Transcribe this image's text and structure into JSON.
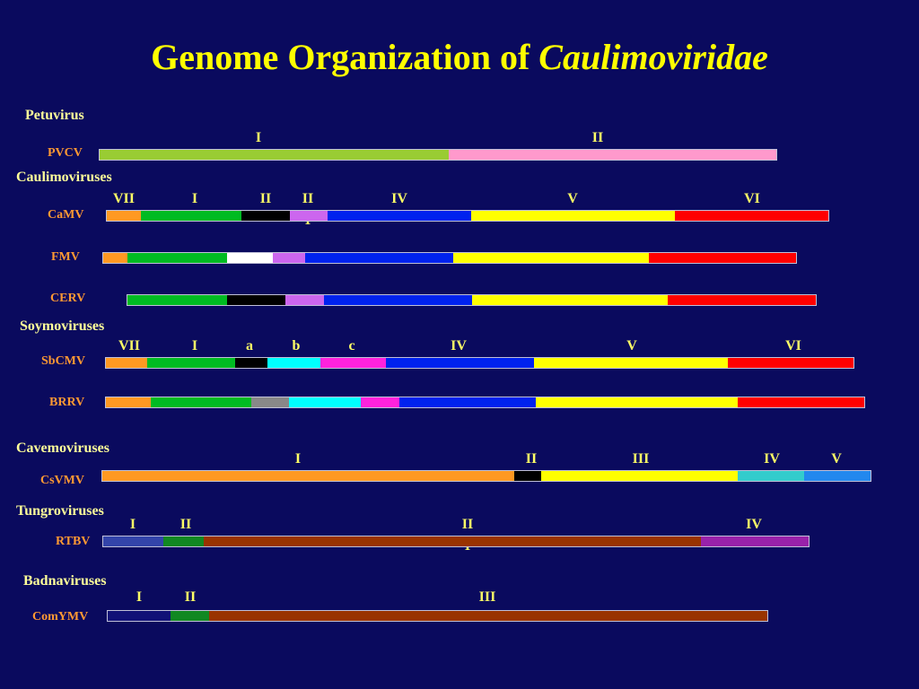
{
  "slide": {
    "title_main": "Genome Organization of ",
    "title_italic": "Caulimoviridae"
  },
  "groups": [
    {
      "name": "Petuvirus",
      "viruses": [
        {
          "name": "PVCV",
          "orf_labels": [
            {
              "text": "I"
            },
            {
              "text": "II"
            }
          ],
          "segments": [
            {
              "color": "#99cc33",
              "length": 389
            },
            {
              "color": "#ff99cc",
              "length": 365
            }
          ]
        }
      ]
    },
    {
      "name": "Caulimoviruses",
      "viruses": [
        {
          "name": "CaMV",
          "orf_labels": [
            {
              "text": "VII"
            },
            {
              "text": "I"
            },
            {
              "text": "II"
            },
            {
              "text": "II"
            },
            {
              "text": "I"
            },
            {
              "text": "IV"
            },
            {
              "text": "V"
            },
            {
              "text": "VI"
            }
          ],
          "segments": [
            {
              "color": "#ff9922",
              "length": 38
            },
            {
              "color": "#00bb22",
              "length": 112
            },
            {
              "color": "#000000",
              "length": 54
            },
            {
              "color": "#cc66ee",
              "length": 42
            },
            {
              "color": "#0022ee",
              "length": 160
            },
            {
              "color": "#ffff00",
              "length": 227
            },
            {
              "color": "#ff0000",
              "length": 171
            }
          ]
        },
        {
          "name": "FMV",
          "orf_labels": [],
          "segments": [
            {
              "color": "#ff9922",
              "length": 27
            },
            {
              "color": "#00bb22",
              "length": 111
            },
            {
              "color": "#ffffff",
              "length": 51
            },
            {
              "color": "#cc66ee",
              "length": 36
            },
            {
              "color": "#0022ee",
              "length": 165
            },
            {
              "color": "#ffff00",
              "length": 218
            },
            {
              "color": "#ff0000",
              "length": 164
            }
          ]
        },
        {
          "name": "CERV",
          "orf_labels": [],
          "segments": [
            {
              "color": "#00bb22",
              "length": 111
            },
            {
              "color": "#000000",
              "length": 65
            },
            {
              "color": "#cc66ee",
              "length": 43
            },
            {
              "color": "#0022ee",
              "length": 165
            },
            {
              "color": "#ffff00",
              "length": 218
            },
            {
              "color": "#ff0000",
              "length": 165
            }
          ]
        }
      ]
    },
    {
      "name": "Soymoviruses",
      "viruses": [
        {
          "name": "SbCMV",
          "orf_labels": [
            {
              "text": "VII"
            },
            {
              "text": "I"
            },
            {
              "text": "a"
            },
            {
              "text": "b"
            },
            {
              "text": "c"
            },
            {
              "text": "IV"
            },
            {
              "text": "V"
            },
            {
              "text": "VI"
            }
          ],
          "segments": [
            {
              "color": "#ff9922",
              "length": 46
            },
            {
              "color": "#00bb22",
              "length": 98
            },
            {
              "color": "#000000",
              "length": 36
            },
            {
              "color": "#00ffff",
              "length": 59
            },
            {
              "color": "#ff22dd",
              "length": 73
            },
            {
              "color": "#0022ee",
              "length": 165
            },
            {
              "color": "#ffff00",
              "length": 216
            },
            {
              "color": "#ff0000",
              "length": 140
            }
          ]
        },
        {
          "name": "BRRV",
          "orf_labels": [],
          "segments": [
            {
              "color": "#ff9922",
              "length": 50
            },
            {
              "color": "#00bb22",
              "length": 112
            },
            {
              "color": "#888888",
              "length": 42
            },
            {
              "color": "#00ffff",
              "length": 80
            },
            {
              "color": "#ff22dd",
              "length": 43
            },
            {
              "color": "#0022ee",
              "length": 152
            },
            {
              "color": "#ffff00",
              "length": 225
            },
            {
              "color": "#ff0000",
              "length": 141
            }
          ]
        }
      ]
    },
    {
      "name": "Cavemoviruses",
      "viruses": [
        {
          "name": "CsVMV",
          "orf_labels": [
            {
              "text": "I"
            },
            {
              "text": "II"
            },
            {
              "text": "III"
            },
            {
              "text": "IV"
            },
            {
              "text": "V"
            }
          ],
          "segments": [
            {
              "color": "#ff9922",
              "length": 459
            },
            {
              "color": "#000000",
              "length": 30
            },
            {
              "color": "#ffff00",
              "length": 219
            },
            {
              "color": "#33cccc",
              "length": 74
            },
            {
              "color": "#2288ee",
              "length": 74
            }
          ]
        }
      ]
    },
    {
      "name": "Tungroviruses",
      "viruses": [
        {
          "name": "RTBV",
          "orf_labels": [
            {
              "text": "I"
            },
            {
              "text": "II"
            },
            {
              "text": "II"
            },
            {
              "text": "I"
            },
            {
              "text": "IV"
            }
          ],
          "segments": [
            {
              "color": "#3344aa",
              "length": 67
            },
            {
              "color": "#118822",
              "length": 45
            },
            {
              "color": "#993300",
              "length": 554
            },
            {
              "color": "#9922aa",
              "length": 120
            }
          ]
        }
      ]
    },
    {
      "name": "Badnaviruses",
      "viruses": [
        {
          "name": "ComYMV",
          "orf_labels": [
            {
              "text": "I"
            },
            {
              "text": "II"
            },
            {
              "text": "III"
            }
          ],
          "segments": [
            {
              "color": "#111177",
              "length": 70
            },
            {
              "color": "#118822",
              "length": 43
            },
            {
              "color": "#993300",
              "length": 622
            }
          ]
        }
      ]
    }
  ]
}
